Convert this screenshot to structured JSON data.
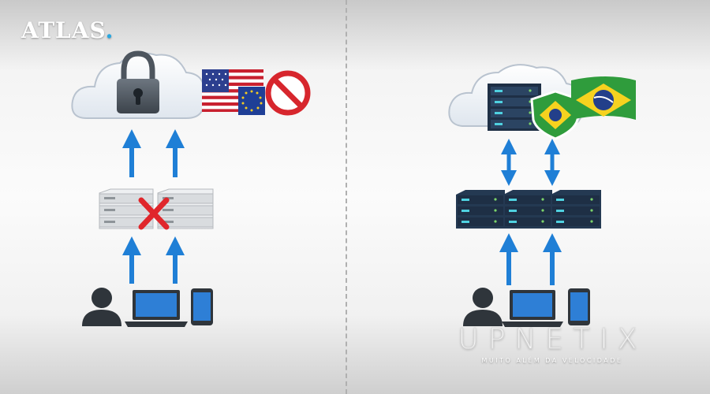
{
  "brand": {
    "left_logo_text": "ATLAS",
    "left_logo_dot": ".",
    "right_logo_text": "UPNETIX",
    "right_logo_tagline": "MUITO ALÉM DA VELOCIDADE"
  },
  "colors": {
    "arrow_blue": "#1f7fd6",
    "cross_red": "#e0262b",
    "server_light": "#d9dcdf",
    "server_dark": "#1e2f45",
    "shield_green": "#2f9c3c",
    "forbidden_red": "#d7262d"
  },
  "left_panel": {
    "icons": [
      "cloud-icon",
      "padlock-icon",
      "usa-flag-icon",
      "eu-flag-icon",
      "forbidden-icon",
      "server-icon",
      "blocked-cross-icon",
      "user-icon",
      "laptop-icon",
      "phone-icon"
    ],
    "arrows": "one-way-up"
  },
  "right_panel": {
    "icons": [
      "cloud-icon",
      "server-rack-icon",
      "brazil-shield-icon",
      "brazil-flag-icon",
      "server-icon",
      "user-icon",
      "laptop-icon",
      "phone-icon"
    ],
    "arrows": "two-way"
  }
}
